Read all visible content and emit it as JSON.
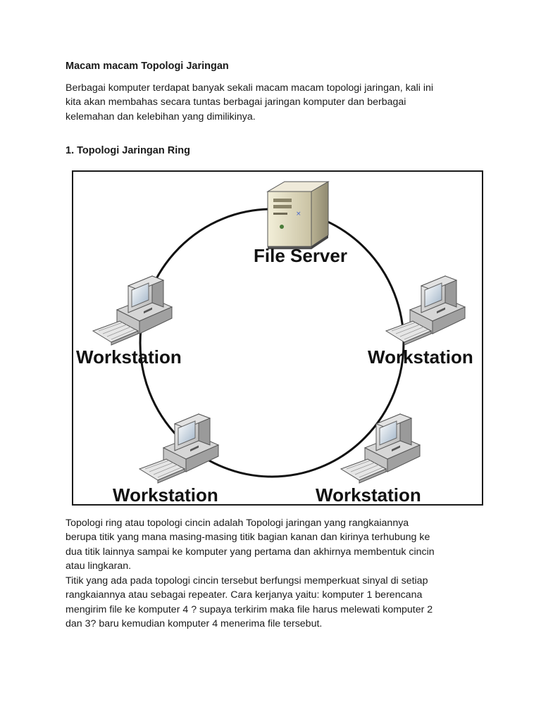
{
  "document": {
    "title": "Macam macam Topologi Jaringan",
    "intro_lines": [
      "Berbagai komputer terdapat banyak sekali macam macam topologi jaringan, kali ini",
      "kita akan membahas secara tuntas berbagai jaringan komputer dan berbagai",
      "kelemahan dan kelebihan yang dimilikinya."
    ],
    "section_heading": "1. Topologi Jaringan Ring",
    "diagram": {
      "server_label": "File Server",
      "workstation_label": "Workstation"
    },
    "paragraph1_lines": [
      "Topologi ring atau topologi cincin adalah Topologi jaringan yang rangkaiannya",
      "berupa titik yang mana masing-masing titik bagian kanan dan kirinya terhubung ke",
      "dua titik lainnya sampai ke komputer yang pertama dan akhirnya membentuk cincin",
      "atau lingkaran."
    ],
    "paragraph2_lines": [
      "Titik yang ada pada topologi cincin tersebut berfungsi memperkuat sinyal di setiap",
      "rangkaiannya atau sebagai repeater. Cara kerjanya yaitu: komputer 1 berencana",
      "mengirim file ke komputer 4 ? supaya terkirim maka file harus melewati komputer 2",
      "dan 3? baru kemudian komputer 4 menerima file tersebut."
    ]
  }
}
